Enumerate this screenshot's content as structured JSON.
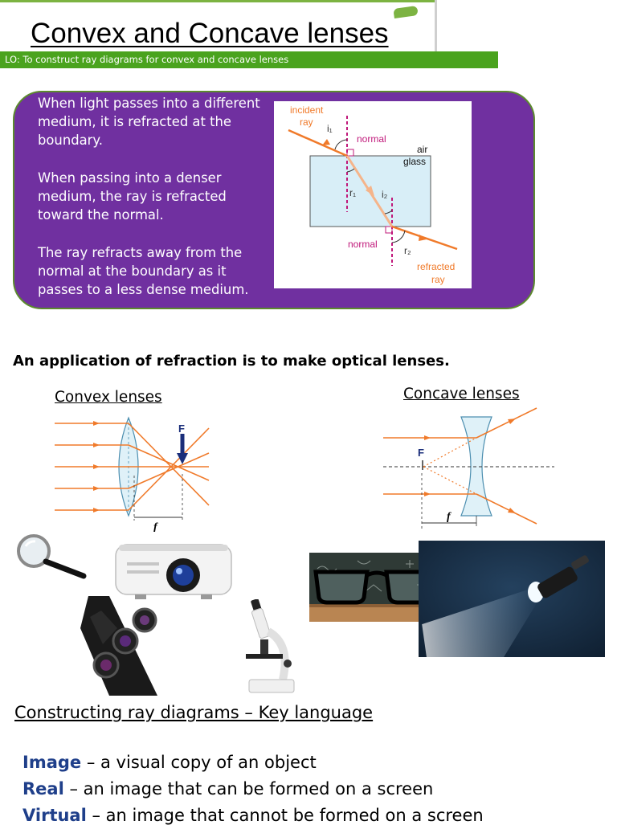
{
  "header": {
    "title": "Convex and Concave lenses",
    "objective": "LO: To construct ray diagrams for convex and concave lenses"
  },
  "refraction_box": {
    "para1": "When light passes into a different medium, it is refracted at the boundary.",
    "para2": "When passing into a denser medium, the ray is refracted toward the normal.",
    "para3": "The ray refracts away from the normal at the boundary as it passes to a less dense medium.",
    "figure": {
      "incident": "incident",
      "ray": "ray",
      "i1": "i₁",
      "normal_top": "normal",
      "air": "air",
      "glass": "glass",
      "r1": "r₁",
      "i2": "i₂",
      "normal_bottom": "normal",
      "r2": "r₂",
      "refracted": "refracted",
      "ray2": "ray"
    }
  },
  "intro": "An application of refraction is to make optical lenses.",
  "convex": {
    "heading": "Convex lenses",
    "focus_label": "F",
    "focal_label": "f"
  },
  "concave": {
    "heading": "Concave lenses",
    "focus_label": "F",
    "focal_label": "f"
  },
  "key_language": {
    "heading": "Constructing ray diagrams – Key language",
    "terms": [
      {
        "term": "Image",
        "definition": " – a visual copy of an object"
      },
      {
        "term": "Real",
        "definition": " – an image that can be formed on a screen"
      },
      {
        "term": "Virtual",
        "definition": " – an image that cannot be formed on a screen"
      }
    ]
  },
  "colors": {
    "purple": "#7030a0",
    "green": "#4aa31e",
    "ray_orange": "#f07a2a",
    "normal_magenta": "#c0187a",
    "term_blue": "#1f3f8a"
  }
}
